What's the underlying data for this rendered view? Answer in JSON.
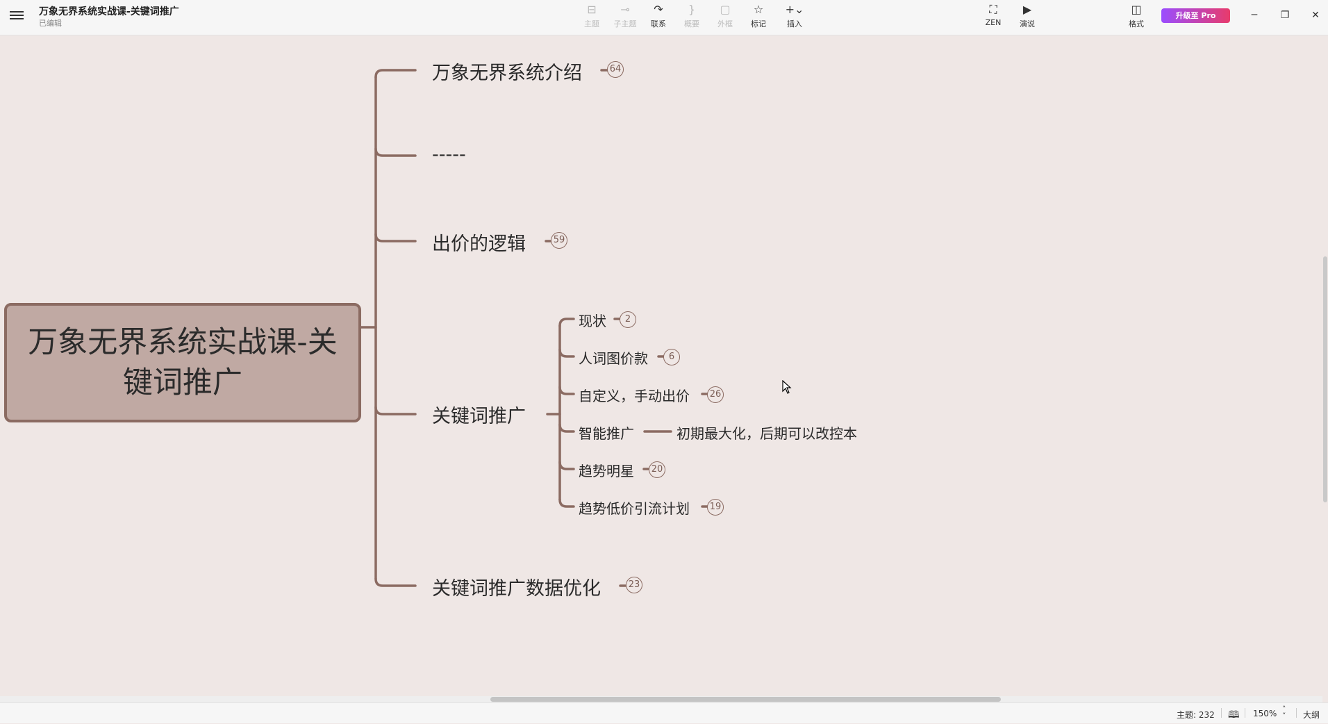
{
  "titlebar": {
    "title": "万象无界系统实战课-关键词推广",
    "status": "已编辑",
    "tools": [
      {
        "label": "主题",
        "icon": "topic-icon",
        "glyph": "⊟",
        "enabled": false
      },
      {
        "label": "子主题",
        "icon": "subtopic-icon",
        "glyph": "⊸",
        "enabled": false
      },
      {
        "label": "联系",
        "icon": "relationship-icon",
        "glyph": "↷",
        "enabled": true
      },
      {
        "label": "概要",
        "icon": "summary-icon",
        "glyph": "}",
        "enabled": false
      },
      {
        "label": "外框",
        "icon": "boundary-icon",
        "glyph": "▢",
        "enabled": false
      },
      {
        "label": "标记",
        "icon": "star-icon",
        "glyph": "☆",
        "enabled": true
      },
      {
        "label": "插入",
        "icon": "plus-icon",
        "glyph": "+⌄",
        "enabled": true
      }
    ],
    "zen_label": "ZEN",
    "present_label": "演说",
    "format_label": "格式",
    "upgrade_label": "升级至 Pro"
  },
  "mindmap": {
    "root": "万象无界系统实战课-关键词推广",
    "topics": [
      {
        "label": "万象无界系统介绍",
        "count": "64"
      },
      {
        "label": "-----",
        "count": ""
      },
      {
        "label": "出价的逻辑",
        "count": "59"
      },
      {
        "label": "关键词推广",
        "count": ""
      },
      {
        "label": "关键词推广数据优化",
        "count": "23"
      }
    ],
    "subtopics": [
      {
        "label": "现状",
        "count": "2"
      },
      {
        "label": "人词图价款",
        "count": "6"
      },
      {
        "label": "自定义，手动出价",
        "count": "26"
      },
      {
        "label": "智能推广",
        "count": ""
      },
      {
        "label": "趋势明星",
        "count": "20"
      },
      {
        "label": "趋势低价引流计划",
        "count": "19"
      }
    ],
    "leaf": "初期最大化，后期可以改控本",
    "line_color": "#8b6b62",
    "root_fill": "#c0a9a3"
  },
  "statusbar": {
    "topics": "主题: 232",
    "zoom": "150%",
    "outline": "大纲"
  }
}
